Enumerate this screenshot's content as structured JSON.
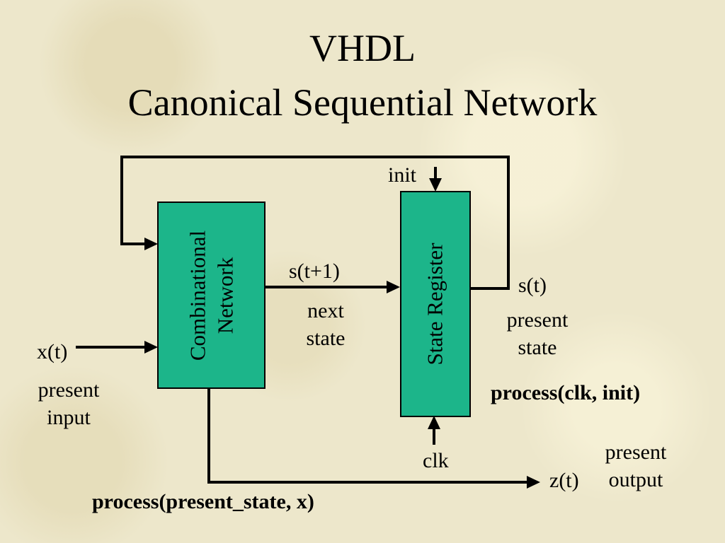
{
  "title": {
    "line1": "VHDL",
    "line2": "Canonical Sequential Network"
  },
  "boxes": {
    "combinational_network": "Combinational\nNetwork",
    "state_register": "State Register"
  },
  "labels": {
    "init": "init",
    "s_t_plus_1": "s(t+1)",
    "next_state": "next\nstate",
    "s_t": "s(t)",
    "present_state": "present\nstate",
    "x_t": "x(t)",
    "present_input": "present\ninput",
    "process_clk_init": "process(clk, init)",
    "clk": "clk",
    "z_t": "z(t)",
    "present_output": "present\noutput",
    "process_present_state_x": "process(present_state, x)"
  },
  "colors": {
    "box_fill": "#1cb58a",
    "line": "#000000",
    "background": "#ede7cb"
  }
}
